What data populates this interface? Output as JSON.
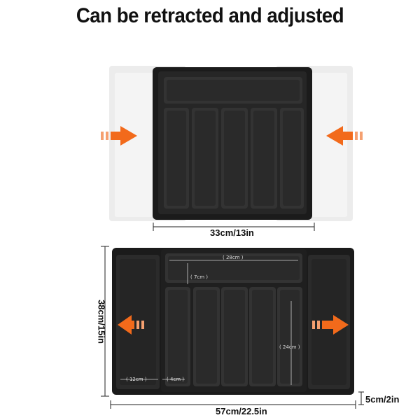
{
  "headline": "Can be retracted and adjusted",
  "top_view": {
    "width_label": "33cm/13in"
  },
  "bottom_view": {
    "width_label": "57cm/22.5in",
    "depth_label": "38cm/15in",
    "height_label": "5cm/2in",
    "inner_labels": {
      "top_compartment_width": "( 28cm )",
      "top_compartment_depth": "( 7cm )",
      "long_slot_length": "( 24cm )",
      "side_tray_width": "( 12cm )",
      "slot_width": "( 4cm )"
    }
  },
  "colors": {
    "tray": "#1c1c1c",
    "tray_inner": "#2b2b2b",
    "tray_edge": "#3d3d3d",
    "extension_gray": "#e4e4e4",
    "arrow_orange": "#f26a1b"
  },
  "icons": [
    "arrow-right-icon",
    "arrow-left-icon"
  ]
}
